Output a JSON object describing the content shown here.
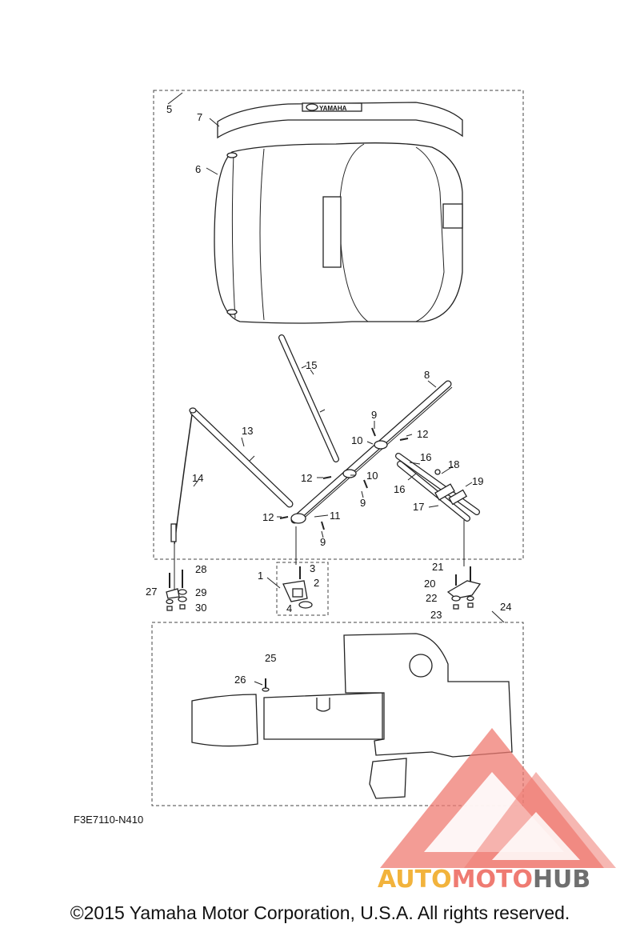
{
  "diagram": {
    "code": "F3E7110-N410",
    "copyright": "©2015 Yamaha Motor Corporation, U.S.A. All rights reserved.",
    "logo_text": "YAMAHA",
    "callouts": {
      "n1": "1",
      "n2": "2",
      "n3": "3",
      "n4": "4",
      "n5": "5",
      "n6": "6",
      "n7": "7",
      "n8": "8",
      "n9a": "9",
      "n9b": "9",
      "n9c": "9",
      "n10a": "10",
      "n10b": "10",
      "n11": "11",
      "n12a": "12",
      "n12b": "12",
      "n12c": "12",
      "n13": "13",
      "n14": "14",
      "n15": "15",
      "n16a": "16",
      "n16b": "16",
      "n17": "17",
      "n18": "18",
      "n19": "19",
      "n20": "20",
      "n21": "21",
      "n22": "22",
      "n23": "23",
      "n24": "24",
      "n25": "25",
      "n26": "26",
      "n27": "27",
      "n28": "28",
      "n29": "29",
      "n30": "30"
    }
  },
  "watermark": {
    "part1": "AUTO",
    "part2": "MOTO",
    "part3": "HUB",
    "colors": {
      "auto": "#f2b33c",
      "moto": "#ef7b72",
      "hub": "#6f6f6f"
    }
  }
}
